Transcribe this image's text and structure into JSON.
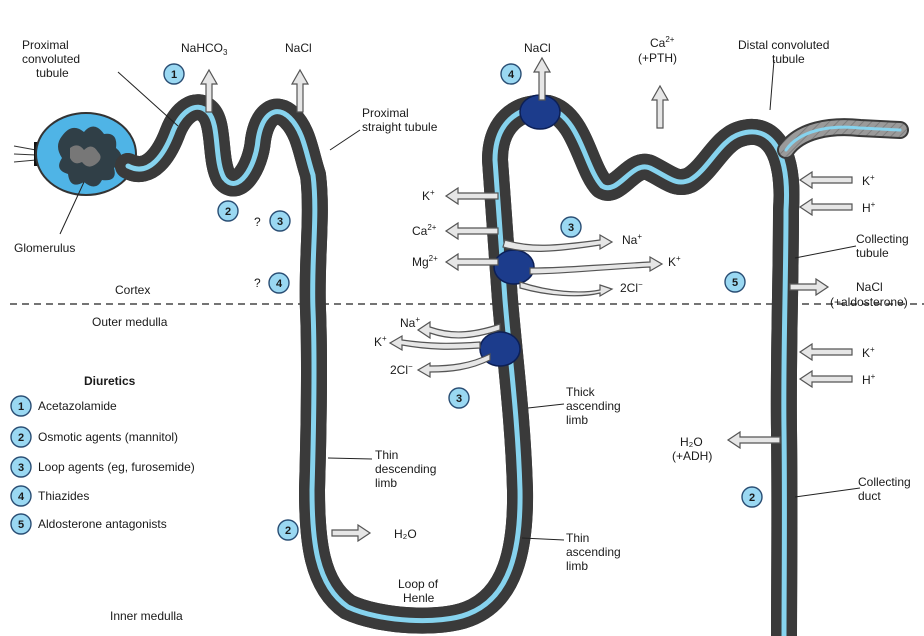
{
  "colors": {
    "tubule_wall": "#8e8e8e",
    "tubule_edge": "#3a3a3a",
    "lumen": "#86d3ee",
    "glomerulus": "#4fb4e6",
    "pump": "#1c3c8c",
    "badge": "#9ad8f2",
    "arrow_fill": "#e6e6e6"
  },
  "labels": {
    "proximal_convoluted_l1": "Proximal",
    "proximal_convoluted_l2": "convoluted",
    "proximal_convoluted_l3": "tubule",
    "glomerulus": "Glomerulus",
    "proximal_straight_l1": "Proximal",
    "proximal_straight_l2": "straight tubule",
    "distal_convoluted_l1": "Distal convoluted",
    "distal_convoluted_l2": "tubule",
    "collecting_tubule_l1": "Collecting",
    "collecting_tubule_l2": "tubule",
    "collecting_duct_l1": "Collecting",
    "collecting_duct_l2": "duct",
    "thick_ascending_l1": "Thick",
    "thick_ascending_l2": "ascending",
    "thick_ascending_l3": "limb",
    "thin_descending_l1": "Thin",
    "thin_descending_l2": "descending",
    "thin_descending_l3": "limb",
    "thin_ascending_l1": "Thin",
    "thin_ascending_l2": "ascending",
    "thin_ascending_l3": "limb",
    "loop_henle_l1": "Loop of",
    "loop_henle_l2": "Henle"
  },
  "zones": {
    "cortex": "Cortex",
    "outer_medulla": "Outer medulla",
    "inner_medulla": "Inner medulla"
  },
  "ions": {
    "nahco3_main": "NaHCO",
    "nahco3_sub": "3",
    "nacl_proximal": "NaCl",
    "nacl_distal": "NaCl",
    "ca_main": "Ca",
    "ca_sup": "2+",
    "pth": "(+PTH)",
    "k_ta_main": "K",
    "k_ta_sup": "+",
    "ca_ta_main": "Ca",
    "ca_ta_sup": "2+",
    "mg_ta_main": "Mg",
    "mg_ta_sup": "2+",
    "na_tu_main": "Na",
    "na_tu_sup": "+",
    "k_tu_main": "K",
    "k_tu_sup": "+",
    "cl_tu_main": "2Cl",
    "cl_tu_sup": "−",
    "na_lo_main": "Na",
    "na_lo_sup": "+",
    "k_lo_main": "K",
    "k_lo_sup": "+",
    "cl_lo_main": "2Cl",
    "cl_lo_sup": "−",
    "k_ct_main": "K",
    "k_ct_sup": "+",
    "h_ct_main": "H",
    "h_ct_sup": "+",
    "nacl_ct": "NaCl",
    "aldosterone": "(+aldosterone)",
    "k_cd_main": "K",
    "k_cd_sup": "+",
    "h_cd_main": "H",
    "h_cd_sup": "+",
    "h2o_cd": "H₂O",
    "adh": "(+ADH)",
    "h2o_thin": "H₂O"
  },
  "markers": {
    "q3": "?",
    "q4": "?"
  },
  "badges": {
    "pct_1": "1",
    "pct_2": "2",
    "pct_3": "3",
    "pct_4": "4",
    "dct_4": "4",
    "ta_3a": "3",
    "ta_3b": "3",
    "ct_5": "5",
    "cd_2": "2",
    "thin_2": "2"
  },
  "legend": {
    "title": "Diuretics",
    "items": [
      {
        "num": "1",
        "text": "Acetazolamide"
      },
      {
        "num": "2",
        "text": "Osmotic agents (mannitol)"
      },
      {
        "num": "3",
        "text": "Loop agents (eg, furosemide)"
      },
      {
        "num": "4",
        "text": "Thiazides"
      },
      {
        "num": "5",
        "text": "Aldosterone antagonists"
      }
    ]
  }
}
